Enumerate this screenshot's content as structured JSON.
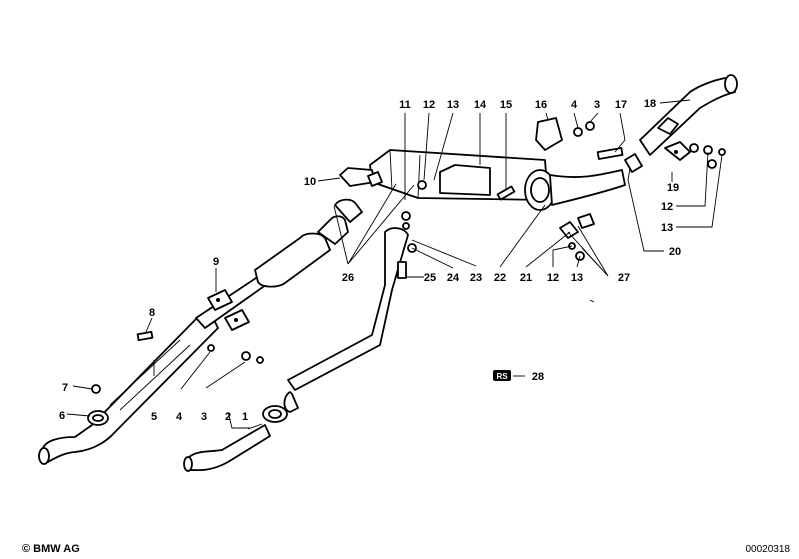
{
  "labels": {
    "l1": "1",
    "l2": "2",
    "l3": "3",
    "l4": "4",
    "l5": "5",
    "l6": "6",
    "l7": "7",
    "l8": "8",
    "l9": "9",
    "l10": "10",
    "l11": "11",
    "l12": "12",
    "l13": "13",
    "l14": "14",
    "l15": "15",
    "l16": "16",
    "l17": "17",
    "l18": "18",
    "l19": "19",
    "l20": "20",
    "l21": "21",
    "l22": "22",
    "l23": "23",
    "l24": "24",
    "l25": "25",
    "l26": "26",
    "l27": "27",
    "l28": "28"
  },
  "legend": {
    "rs_symbol": "RS"
  },
  "footer": {
    "copyright": "© BMW AG",
    "diagram_code": "00020318"
  },
  "colors": {
    "line": "#000000",
    "background": "#ffffff"
  }
}
